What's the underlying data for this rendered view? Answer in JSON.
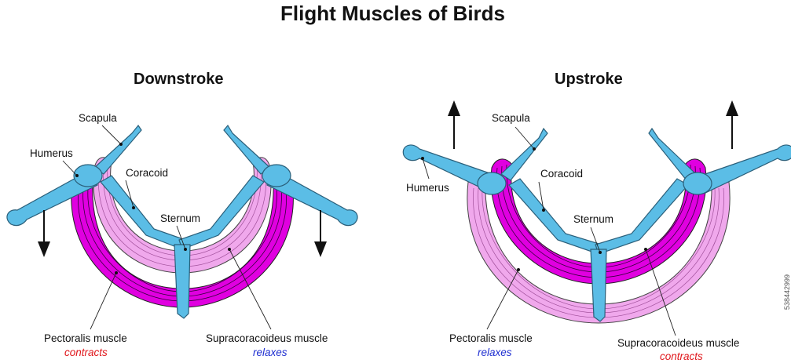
{
  "title": "Flight Muscles of Birds",
  "side_id": "538442999",
  "colors": {
    "bone": "#5bbde6",
    "bone_stroke": "#2a5f7a",
    "muscle_contracted": "#e000e0",
    "muscle_relaxed": "#f0a8ec",
    "contracts_text": "#e0171c",
    "relaxes_text": "#1f2fd1"
  },
  "panels": [
    {
      "heading": "Downstroke",
      "labels": {
        "scapula": "Scapula",
        "humerus": "Humerus",
        "coracoid": "Coracoid",
        "sternum": "Sternum",
        "pectoralis": "Pectoralis muscle",
        "supracoracoideus": "Supracoracoideus muscle"
      },
      "pectoralis_state": "contracts",
      "supracoracoideus_state": "relaxes",
      "arrow_direction": "down"
    },
    {
      "heading": "Upstroke",
      "labels": {
        "scapula": "Scapula",
        "humerus": "Humerus",
        "coracoid": "Coracoid",
        "sternum": "Sternum",
        "pectoralis": "Pectoralis muscle",
        "supracoracoideus": "Supracoracoideus muscle"
      },
      "pectoralis_state": "relaxes",
      "supracoracoideus_state": "contracts",
      "arrow_direction": "up"
    }
  ]
}
